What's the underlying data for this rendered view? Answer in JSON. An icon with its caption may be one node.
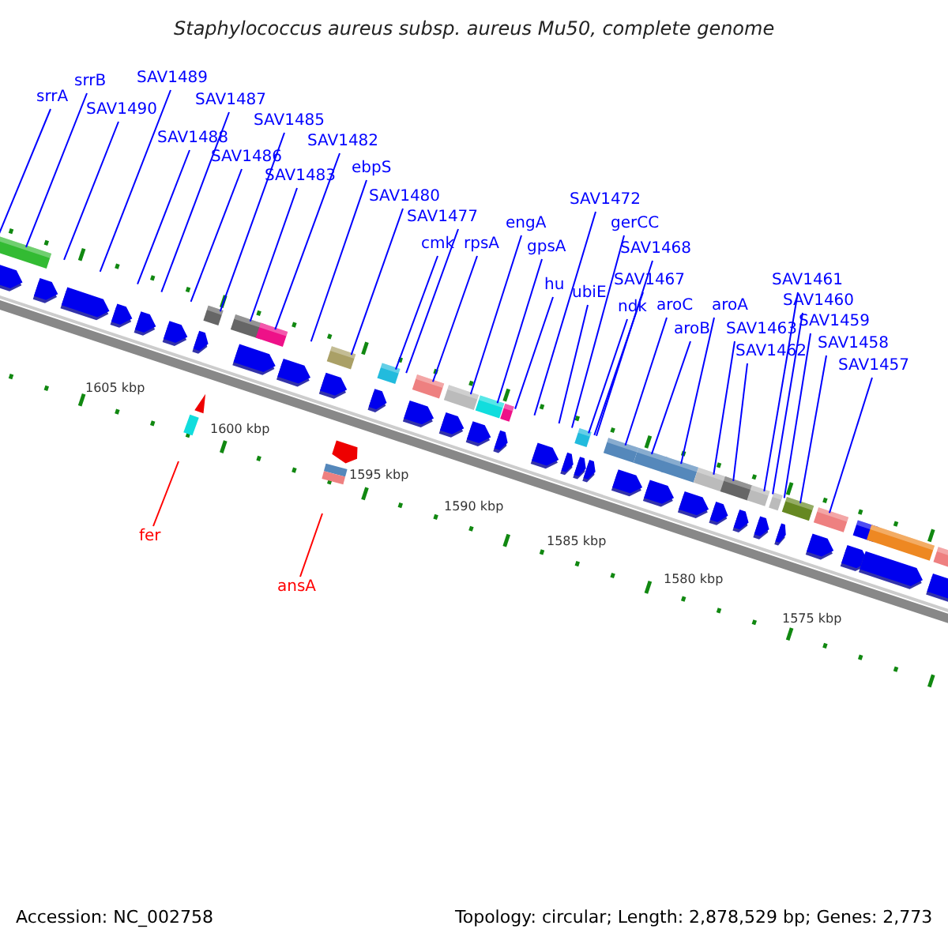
{
  "diagram": {
    "title": "Staphylococcus aureus subsp. aureus Mu50, complete genome",
    "nodes": [
      {
        "text": [
          "srrA"
        ]
      },
      {
        "text": [
          "srrB"
        ]
      },
      {
        "text": [
          "SAV1490"
        ]
      },
      {
        "text": [
          "SAV1489"
        ]
      },
      {
        "text": [
          "SAV1488"
        ]
      },
      {
        "text": [
          "SAV1487"
        ]
      },
      {
        "text": [
          "SAV1486"
        ]
      },
      {
        "text": [
          "SAV1485"
        ]
      },
      {
        "text": [
          "SAV1483"
        ]
      },
      {
        "text": [
          "SAV1482"
        ]
      },
      {
        "text": [
          "ebpS"
        ]
      },
      {
        "text": [
          "SAV1480"
        ]
      },
      {
        "text": [
          "SAV1477"
        ]
      },
      {
        "text": [
          "cmk"
        ]
      },
      {
        "text": [
          "rpsA"
        ]
      },
      {
        "text": [
          "engA"
        ]
      },
      {
        "text": [
          "gpsA"
        ]
      },
      {
        "text": [
          "hu"
        ]
      },
      {
        "text": [
          "SAV1472"
        ]
      },
      {
        "text": [
          "ubiE"
        ]
      },
      {
        "text": [
          "gerCC"
        ]
      },
      {
        "text": [
          "SAV1468"
        ]
      },
      {
        "text": [
          "SAV1467"
        ]
      },
      {
        "text": [
          "ndk"
        ]
      },
      {
        "text": [
          "aroC"
        ]
      },
      {
        "text": [
          "aroB"
        ]
      },
      {
        "text": [
          "aroA"
        ]
      },
      {
        "text": [
          "SAV1463"
        ]
      },
      {
        "text": [
          "SAV1462"
        ]
      },
      {
        "text": [
          "SAV1461"
        ]
      },
      {
        "text": [
          "SAV1460"
        ]
      },
      {
        "text": [
          "SAV1459"
        ]
      },
      {
        "text": [
          "SAV1458"
        ]
      },
      {
        "text": [
          "SAV1457"
        ]
      },
      {
        "text": [
          "fer"
        ]
      },
      {
        "text": [
          "ansA"
        ]
      }
    ],
    "edges": [
      {
        "from": 0,
        "to": null,
        "arrow": "none"
      },
      {
        "from": 1,
        "to": null,
        "arrow": "none"
      },
      {
        "from": 2,
        "to": null,
        "arrow": "none"
      },
      {
        "from": 3,
        "to": null,
        "arrow": "none"
      },
      {
        "from": 4,
        "to": null,
        "arrow": "none"
      },
      {
        "from": 5,
        "to": null,
        "arrow": "none"
      },
      {
        "from": 6,
        "to": null,
        "arrow": "none"
      },
      {
        "from": 7,
        "to": null,
        "arrow": "none"
      },
      {
        "from": 8,
        "to": null,
        "arrow": "none"
      },
      {
        "from": 9,
        "to": null,
        "arrow": "none"
      },
      {
        "from": 10,
        "to": null,
        "arrow": "none"
      },
      {
        "from": 11,
        "to": null,
        "arrow": "none"
      },
      {
        "from": 12,
        "to": null,
        "arrow": "none"
      },
      {
        "from": 13,
        "to": null,
        "arrow": "none"
      },
      {
        "from": 14,
        "to": null,
        "arrow": "none"
      },
      {
        "from": 15,
        "to": null,
        "arrow": "none"
      },
      {
        "from": 16,
        "to": null,
        "arrow": "none"
      },
      {
        "from": 17,
        "to": null,
        "arrow": "none"
      },
      {
        "from": 18,
        "to": null,
        "arrow": "none"
      },
      {
        "from": 19,
        "to": null,
        "arrow": "none"
      },
      {
        "from": 20,
        "to": null,
        "arrow": "none"
      },
      {
        "from": 21,
        "to": null,
        "arrow": "none"
      },
      {
        "from": 22,
        "to": null,
        "arrow": "none"
      },
      {
        "from": 23,
        "to": null,
        "arrow": "none"
      },
      {
        "from": 24,
        "to": null,
        "arrow": "none"
      },
      {
        "from": 25,
        "to": null,
        "arrow": "none"
      },
      {
        "from": 26,
        "to": null,
        "arrow": "none"
      },
      {
        "from": 27,
        "to": null,
        "arrow": "none"
      },
      {
        "from": 28,
        "to": null,
        "arrow": "none"
      },
      {
        "from": 29,
        "to": null,
        "arrow": "none"
      },
      {
        "from": 30,
        "to": null,
        "arrow": "none"
      },
      {
        "from": 31,
        "to": null,
        "arrow": "none"
      },
      {
        "from": 32,
        "to": null,
        "arrow": "none"
      },
      {
        "from": 33,
        "to": null,
        "arrow": "none"
      },
      {
        "from": 34,
        "to": null,
        "arrow": "none",
        "color": "#ff0000"
      },
      {
        "from": 35,
        "to": null,
        "arrow": "none",
        "color": "#ff0000"
      }
    ],
    "labels": [
      "1605 kbp",
      "1600 kbp",
      "1595 kbp",
      "1590 kbp",
      "1585 kbp",
      "1580 kbp",
      "1575 kbp",
      "Accession: NC_002758",
      "Topology: circular; Length: 2,878,529 bp; Genes: 2,773"
    ]
  }
}
